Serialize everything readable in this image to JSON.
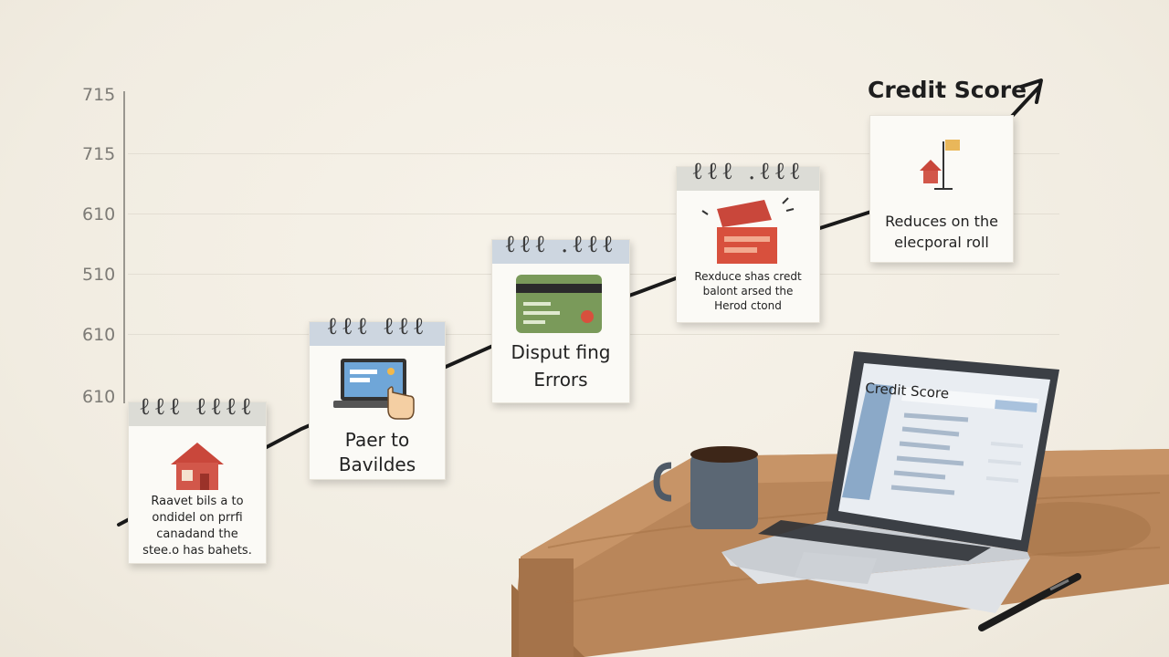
{
  "chart": {
    "title": "Credit Score",
    "y_ticks": [
      "715",
      "715",
      "610",
      "510",
      "610",
      "610"
    ]
  },
  "notes": [
    {
      "icon": "house-icon",
      "text_lines": [
        "Raavet bils a to",
        "ondidel on prrfi",
        "canadand the",
        "stee.o has bahets."
      ]
    },
    {
      "icon": "laptop-click-icon",
      "text_lines": [
        "Paer to",
        "Bavildes"
      ]
    },
    {
      "icon": "credit-card-icon",
      "text_lines": [
        "Disput fing",
        "Errors"
      ]
    },
    {
      "icon": "open-box-icon",
      "text_lines": [
        "Rexduce shas credt",
        "balont arsed the",
        "Herod ctond"
      ]
    },
    {
      "icon": "house-flag-icon",
      "text_lines": [
        "Reduces on the",
        "elecporal roll"
      ]
    }
  ],
  "laptop": {
    "screen_title": "Credit Score"
  },
  "colors": {
    "house_red": "#d2574a",
    "card_green": "#7a9a5a",
    "box_red": "#d8503d",
    "laptop_blue": "#6fa6d8",
    "arrow": "#1a1a1a"
  }
}
